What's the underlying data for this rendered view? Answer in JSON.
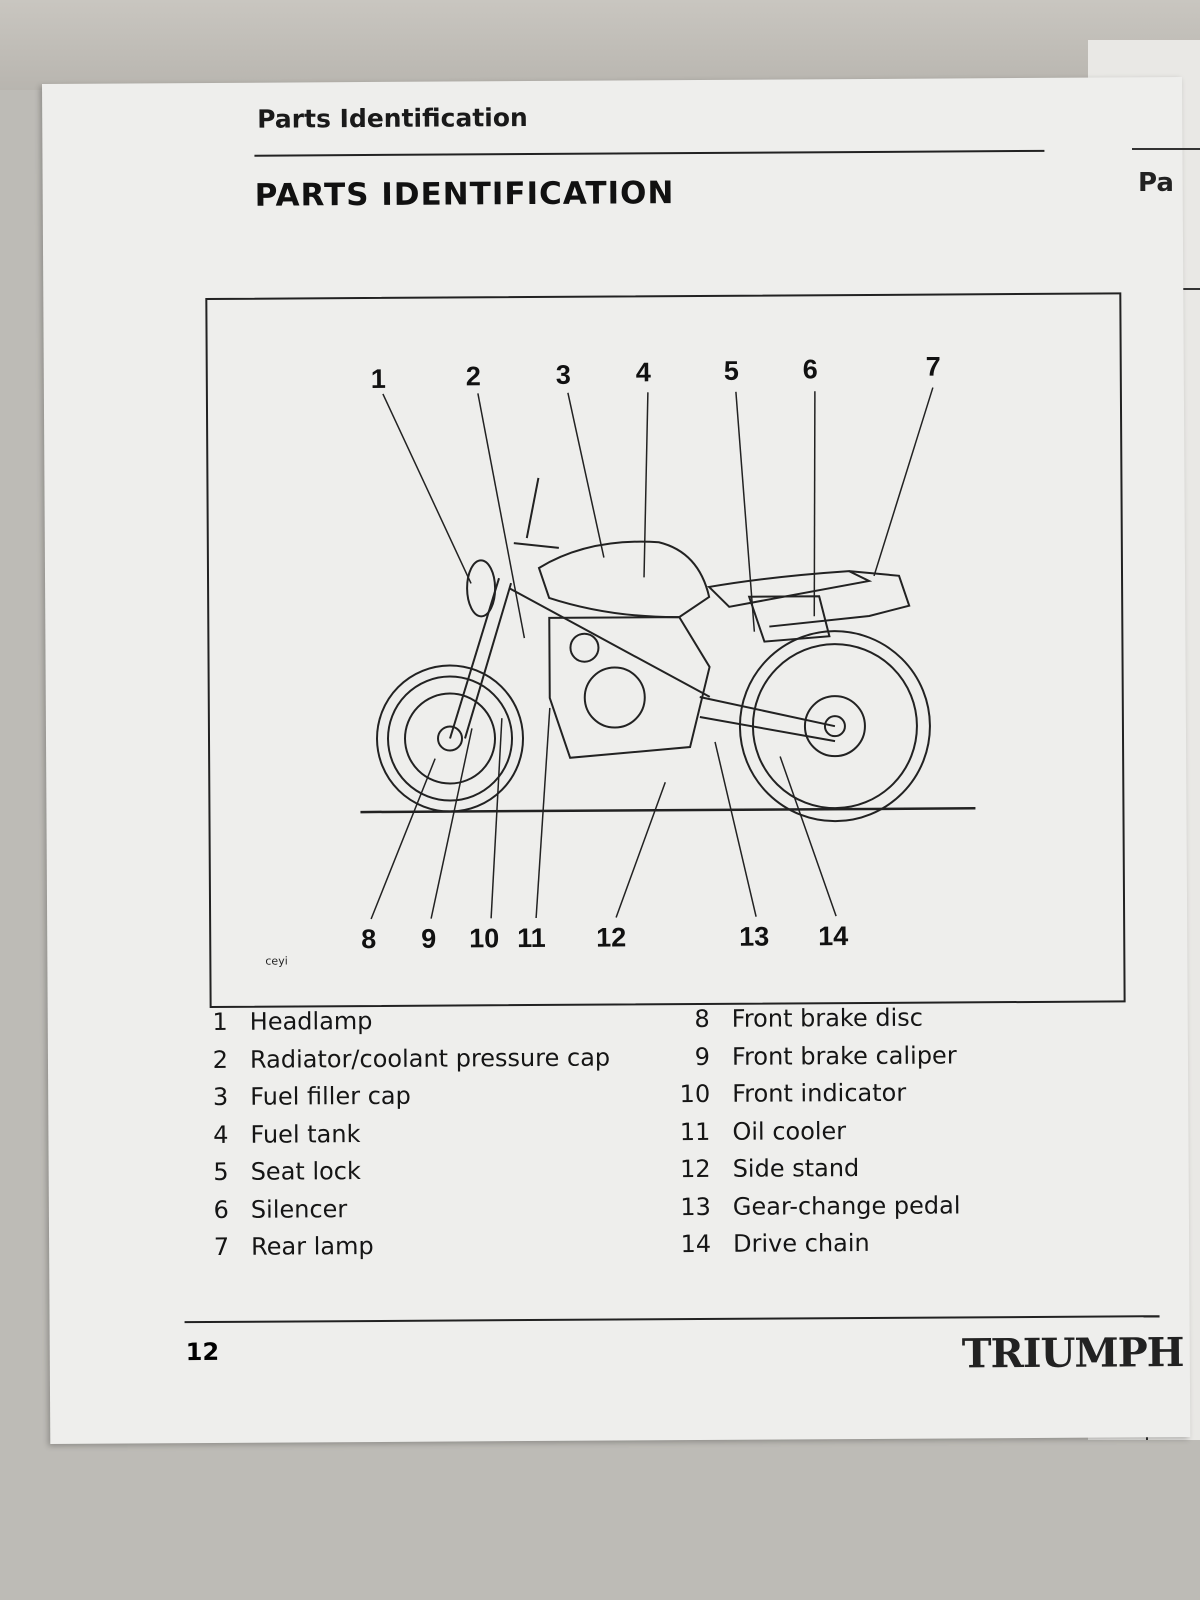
{
  "header": {
    "section": "Parts Identification"
  },
  "title": "PARTS IDENTIFICATION",
  "figure": {
    "code": "ceyi",
    "top_callouts": [
      "1",
      "2",
      "3",
      "4",
      "5",
      "6",
      "7"
    ],
    "bottom_callouts": [
      "8",
      "9",
      "10",
      "11",
      "12",
      "13",
      "14"
    ]
  },
  "legend_left": [
    {
      "n": "1",
      "label": "Headlamp"
    },
    {
      "n": "2",
      "label": "Radiator/coolant pressure cap"
    },
    {
      "n": "3",
      "label": "Fuel filler cap"
    },
    {
      "n": "4",
      "label": "Fuel tank"
    },
    {
      "n": "5",
      "label": "Seat lock"
    },
    {
      "n": "6",
      "label": "Silencer"
    },
    {
      "n": "7",
      "label": "Rear lamp"
    }
  ],
  "legend_right": [
    {
      "n": "8",
      "label": "Front brake disc"
    },
    {
      "n": "9",
      "label": "Front brake caliper"
    },
    {
      "n": "10",
      "label": "Front indicator"
    },
    {
      "n": "11",
      "label": "Oil cooler"
    },
    {
      "n": "12",
      "label": "Side stand"
    },
    {
      "n": "13",
      "label": "Gear-change pedal"
    },
    {
      "n": "14",
      "label": "Drive chain"
    }
  ],
  "footer": {
    "page_number": "12",
    "brand": "TRIUMPH"
  },
  "next_page": {
    "heading_fragment": "Pa"
  }
}
